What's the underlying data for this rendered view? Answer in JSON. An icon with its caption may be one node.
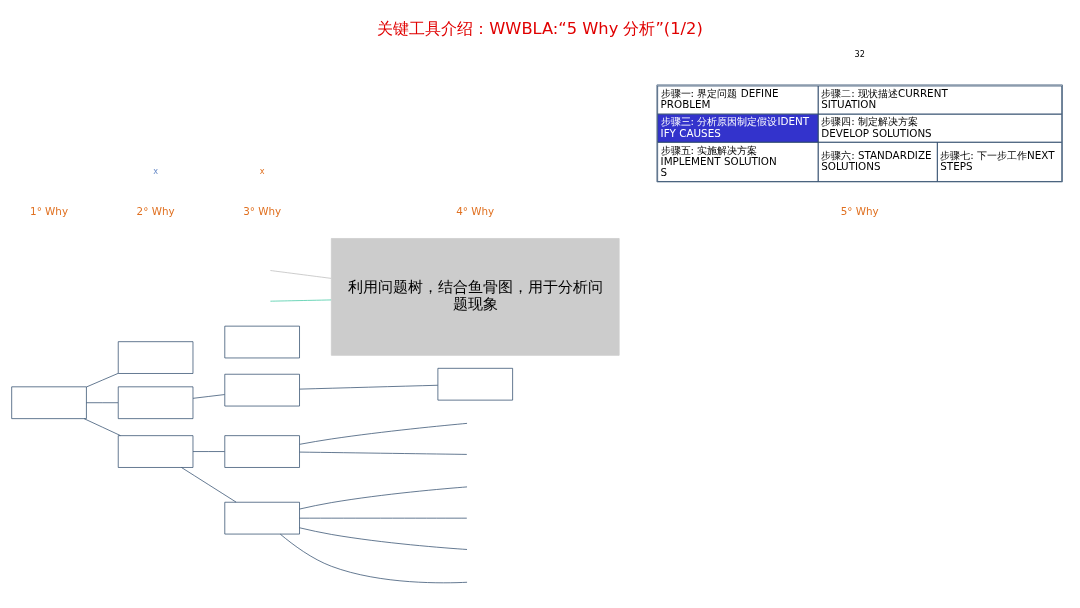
{
  "diagram": {
    "title": "关键工具介绍：WWBLA:“5 Why 分析”(1/2)",
    "nodes": [
      {
        "text": [],
        "shape": "box"
      },
      {
        "text": [],
        "shape": "box"
      },
      {
        "text": [],
        "shape": "box"
      },
      {
        "text": [],
        "shape": "box"
      },
      {
        "text": [],
        "shape": "box"
      },
      {
        "text": [],
        "shape": "box"
      },
      {
        "text": [],
        "shape": "box"
      },
      {
        "text": [],
        "shape": "box"
      },
      {
        "text": [],
        "shape": "box"
      },
      {
        "text": [
          "利用问题树，结合鱼骨图，用于分析问题现象"
        ]
      }
    ],
    "edges": [
      {
        "from": 0,
        "to": 1,
        "arrow": "none"
      },
      {
        "from": 0,
        "to": 2,
        "arrow": "none"
      },
      {
        "from": 0,
        "to": 3,
        "arrow": "none"
      },
      {
        "from": 2,
        "to": 4,
        "arrow": "none"
      },
      {
        "from": 3,
        "to": 6,
        "arrow": "none"
      },
      {
        "from": 3,
        "to": 7,
        "arrow": "none"
      },
      {
        "from": 4,
        "to": 8,
        "arrow": "none"
      },
      {
        "from": 6,
        "to": null,
        "arrow": "none"
      },
      {
        "from": 6,
        "to": null,
        "arrow": "none"
      },
      {
        "from": 7,
        "to": null,
        "arrow": "none"
      },
      {
        "from": 7,
        "to": null,
        "arrow": "none"
      },
      {
        "from": 7,
        "to": null,
        "arrow": "none"
      },
      {
        "from": 7,
        "to": null,
        "arrow": "none"
      },
      {
        "from": null,
        "to": 9,
        "arrow": "none",
        "color": "#bbbbbb"
      },
      {
        "from": null,
        "to": 9,
        "arrow": "none",
        "color": "#3cc8a0"
      }
    ],
    "labels": [
      "1° Why",
      "2° Why",
      "3° Why",
      "4° Why",
      "5° Why",
      "x",
      "x",
      "步骤一: 界定问题 DEFINE PROBLEM",
      "步骤二: 现状描述CURRENT SITUATION",
      "步骤三: 分析原因制定假设IDENTIFY CAUSES",
      "步骤四: 制定解决方案 DEVELOP SOLUTIONS",
      "步骤五: 实施解决方案 IMPLEMENT SOLUTIONS",
      "步骤六: STANDARDIZE SOLUTIONS",
      "步骤七: 下一步工作NEXT STEPS",
      "32"
    ]
  }
}
